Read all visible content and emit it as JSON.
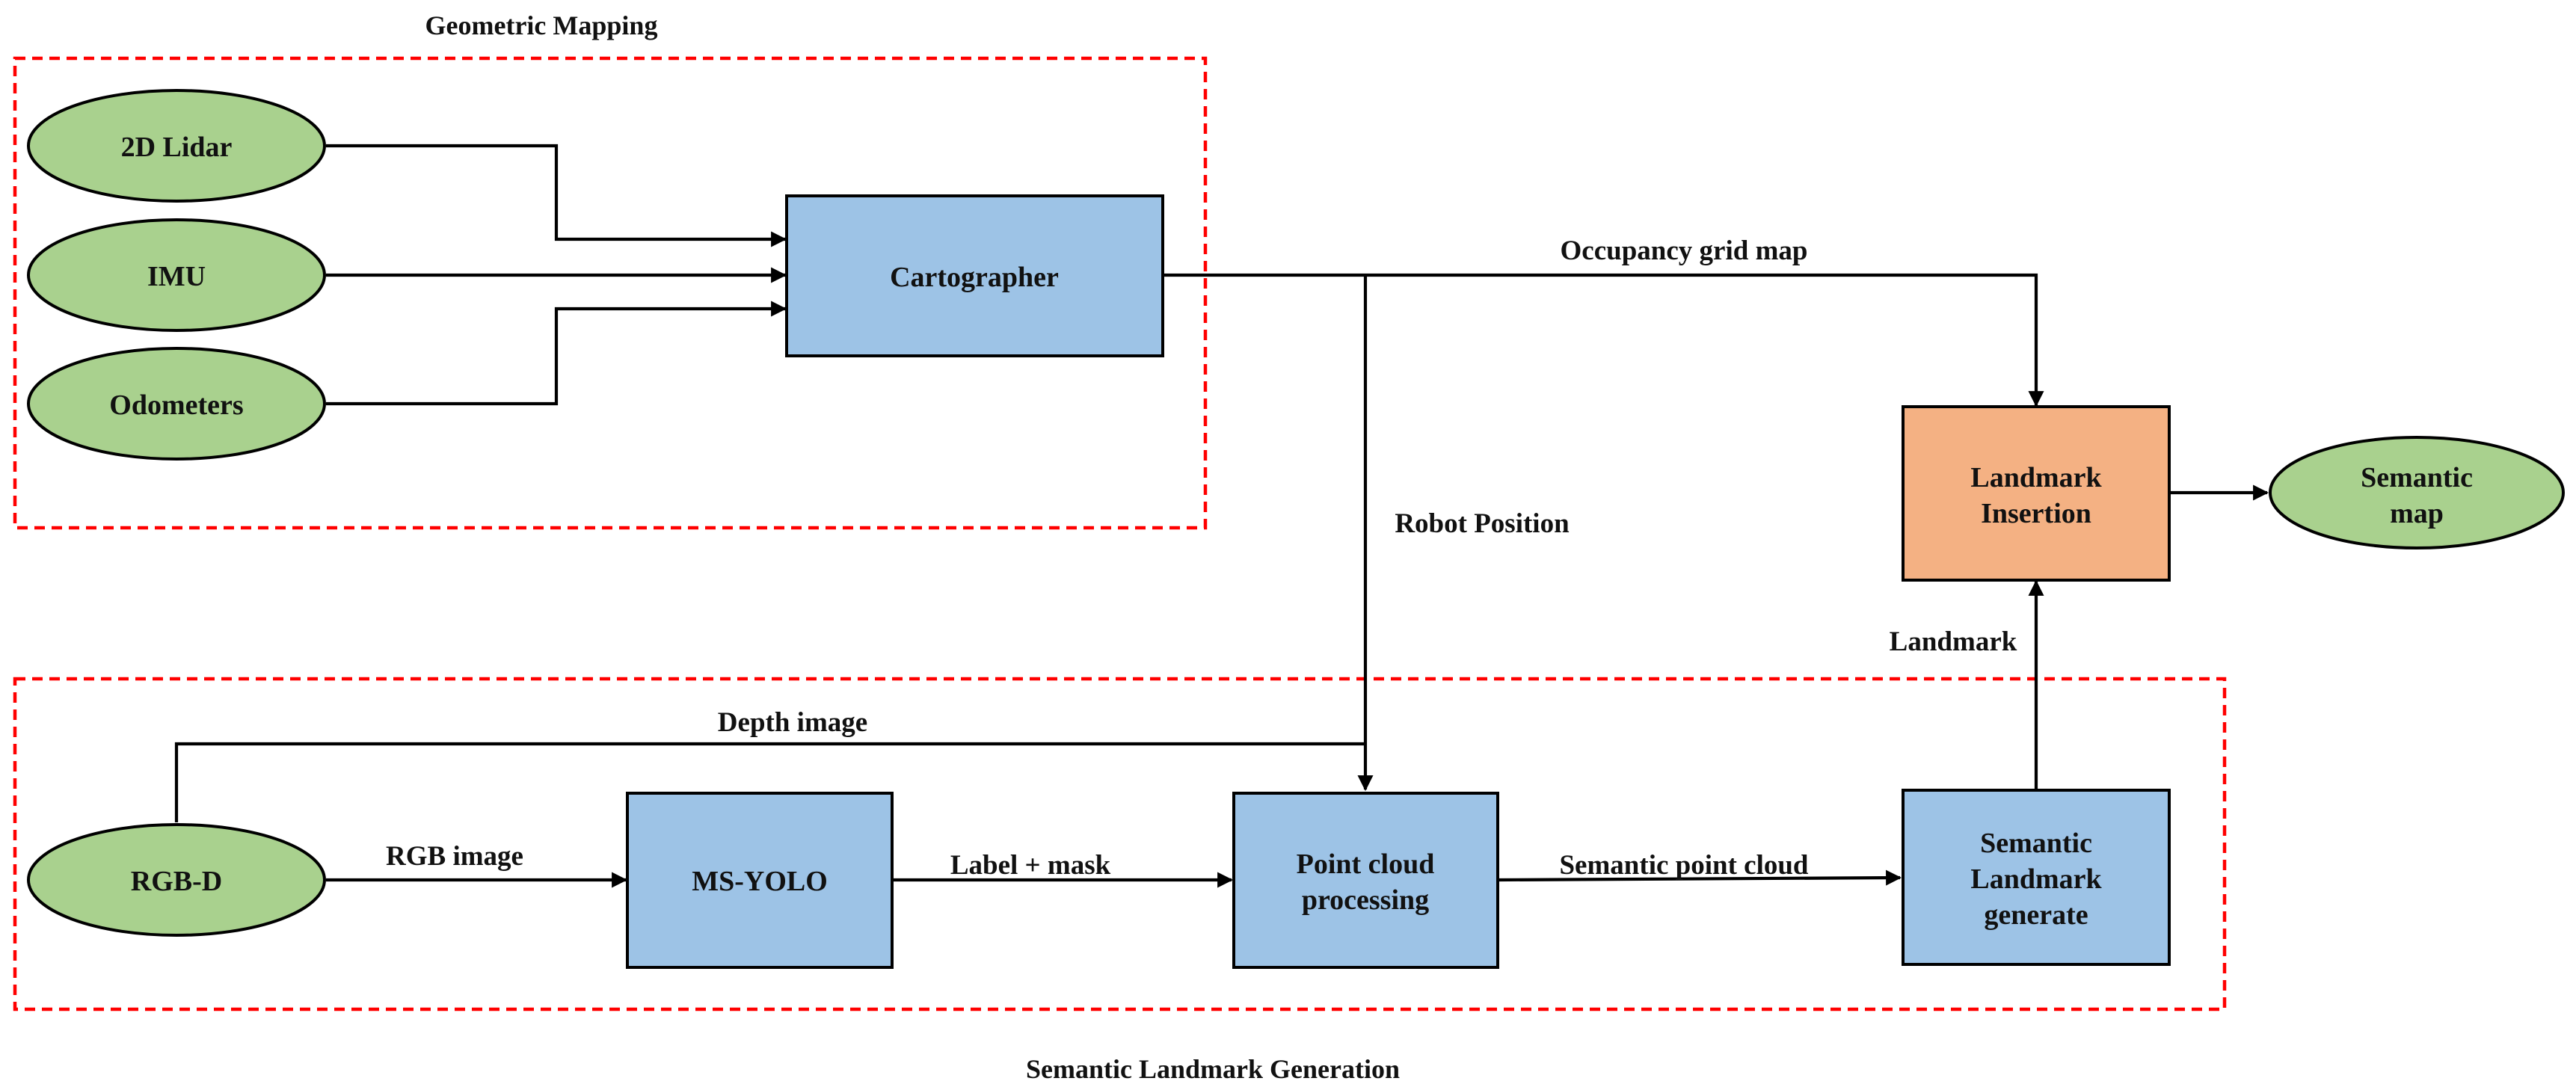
{
  "groups": {
    "geometric_mapping": {
      "title": "Geometric Mapping"
    },
    "semantic_landmark_generation": {
      "title": "Semantic Landmark Generation"
    }
  },
  "nodes": {
    "lidar": {
      "label": "2D Lidar"
    },
    "imu": {
      "label": "IMU"
    },
    "odometers": {
      "label": "Odometers"
    },
    "cartographer": {
      "label": "Cartographer"
    },
    "landmark_insertion": {
      "label_line1": "Landmark",
      "label_line2": "Insertion"
    },
    "semantic_map": {
      "label_line1": "Semantic",
      "label_line2": "map"
    },
    "rgbd": {
      "label": "RGB-D"
    },
    "ms_yolo": {
      "label": "MS-YOLO"
    },
    "point_cloud": {
      "label_line1": "Point cloud",
      "label_line2": "processing"
    },
    "semantic_landmark": {
      "label_line1": "Semantic",
      "label_line2": "Landmark",
      "label_line3": "generate"
    }
  },
  "edges": {
    "occupancy_grid_map": "Occupancy grid map",
    "robot_position": "Robot Position",
    "landmark": "Landmark",
    "depth_image": "Depth image",
    "rgb_image": "RGB image",
    "label_mask": "Label + mask",
    "semantic_point_cloud": "Semantic point cloud"
  },
  "colors": {
    "sensor_fill": "#a9d18e",
    "process_fill": "#9dc3e6",
    "insertion_fill": "#f4b183",
    "group_border": "#ff0000",
    "line": "#000000"
  }
}
